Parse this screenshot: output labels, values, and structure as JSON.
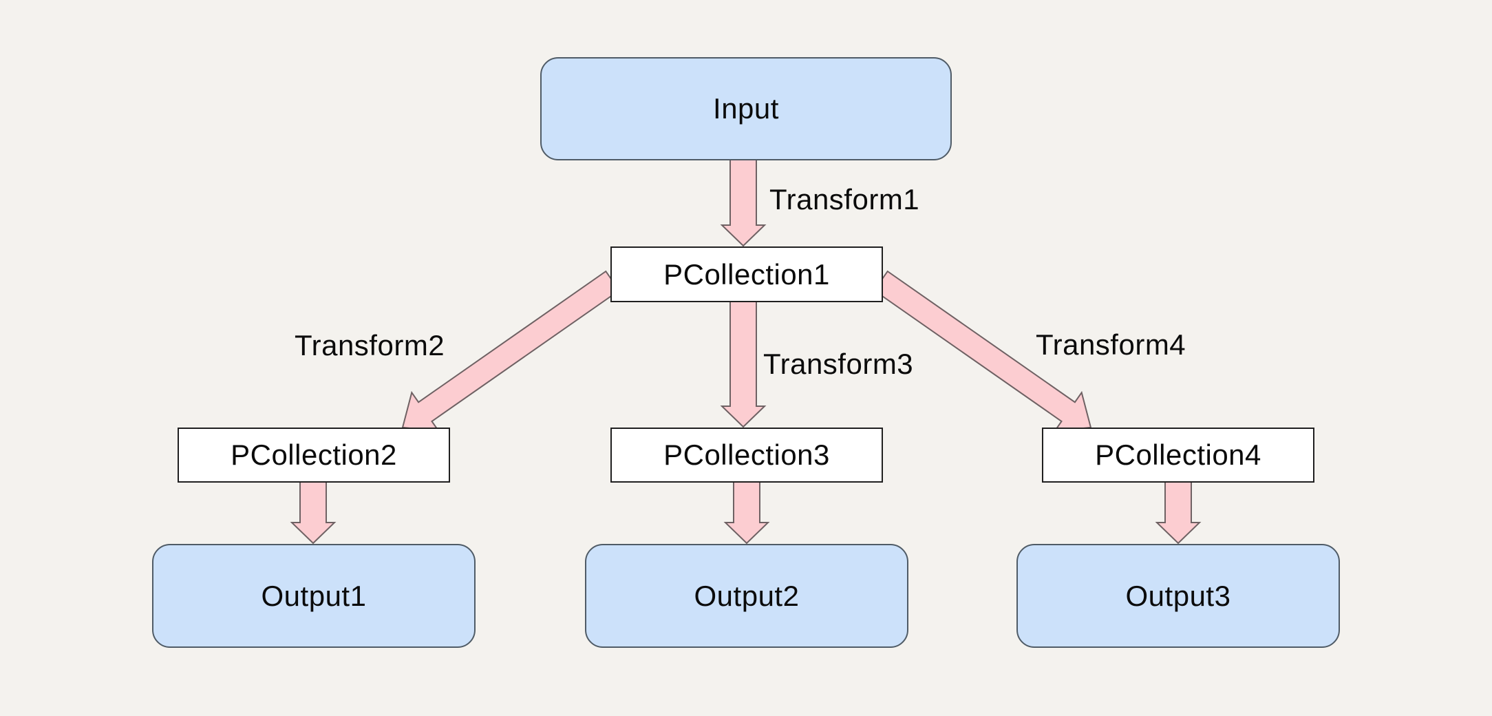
{
  "diagram": {
    "description": "Pipeline flow diagram: one Input fans out through transforms to PCollections and Outputs",
    "background_color": "#f4f2ee",
    "nodes": {
      "input": {
        "label": "Input",
        "kind": "io"
      },
      "pcollection1": {
        "label": "PCollection1",
        "kind": "pcollection"
      },
      "pcollection2": {
        "label": "PCollection2",
        "kind": "pcollection"
      },
      "pcollection3": {
        "label": "PCollection3",
        "kind": "pcollection"
      },
      "pcollection4": {
        "label": "PCollection4",
        "kind": "pcollection"
      },
      "output1": {
        "label": "Output1",
        "kind": "io"
      },
      "output2": {
        "label": "Output2",
        "kind": "io"
      },
      "output3": {
        "label": "Output3",
        "kind": "io"
      }
    },
    "transforms": {
      "t1": {
        "label": "Transform1",
        "from": "Input",
        "to": "PCollection1"
      },
      "t2": {
        "label": "Transform2",
        "from": "PCollection1",
        "to": "PCollection2"
      },
      "t3": {
        "label": "Transform3",
        "from": "PCollection1",
        "to": "PCollection3"
      },
      "t4": {
        "label": "Transform4",
        "from": "PCollection1",
        "to": "PCollection4"
      }
    },
    "unlabeled_edges": [
      {
        "from": "PCollection2",
        "to": "Output1"
      },
      {
        "from": "PCollection3",
        "to": "Output2"
      },
      {
        "from": "PCollection4",
        "to": "Output3"
      }
    ],
    "colors": {
      "io_node_fill": "#cce1fa",
      "io_node_border": "#4f5b66",
      "pcollection_fill": "#ffffff",
      "pcollection_border": "#1f1f1f",
      "arrow_fill": "#fccdd1",
      "arrow_outline": "#6e6163",
      "text": "#0b0b0b"
    }
  }
}
